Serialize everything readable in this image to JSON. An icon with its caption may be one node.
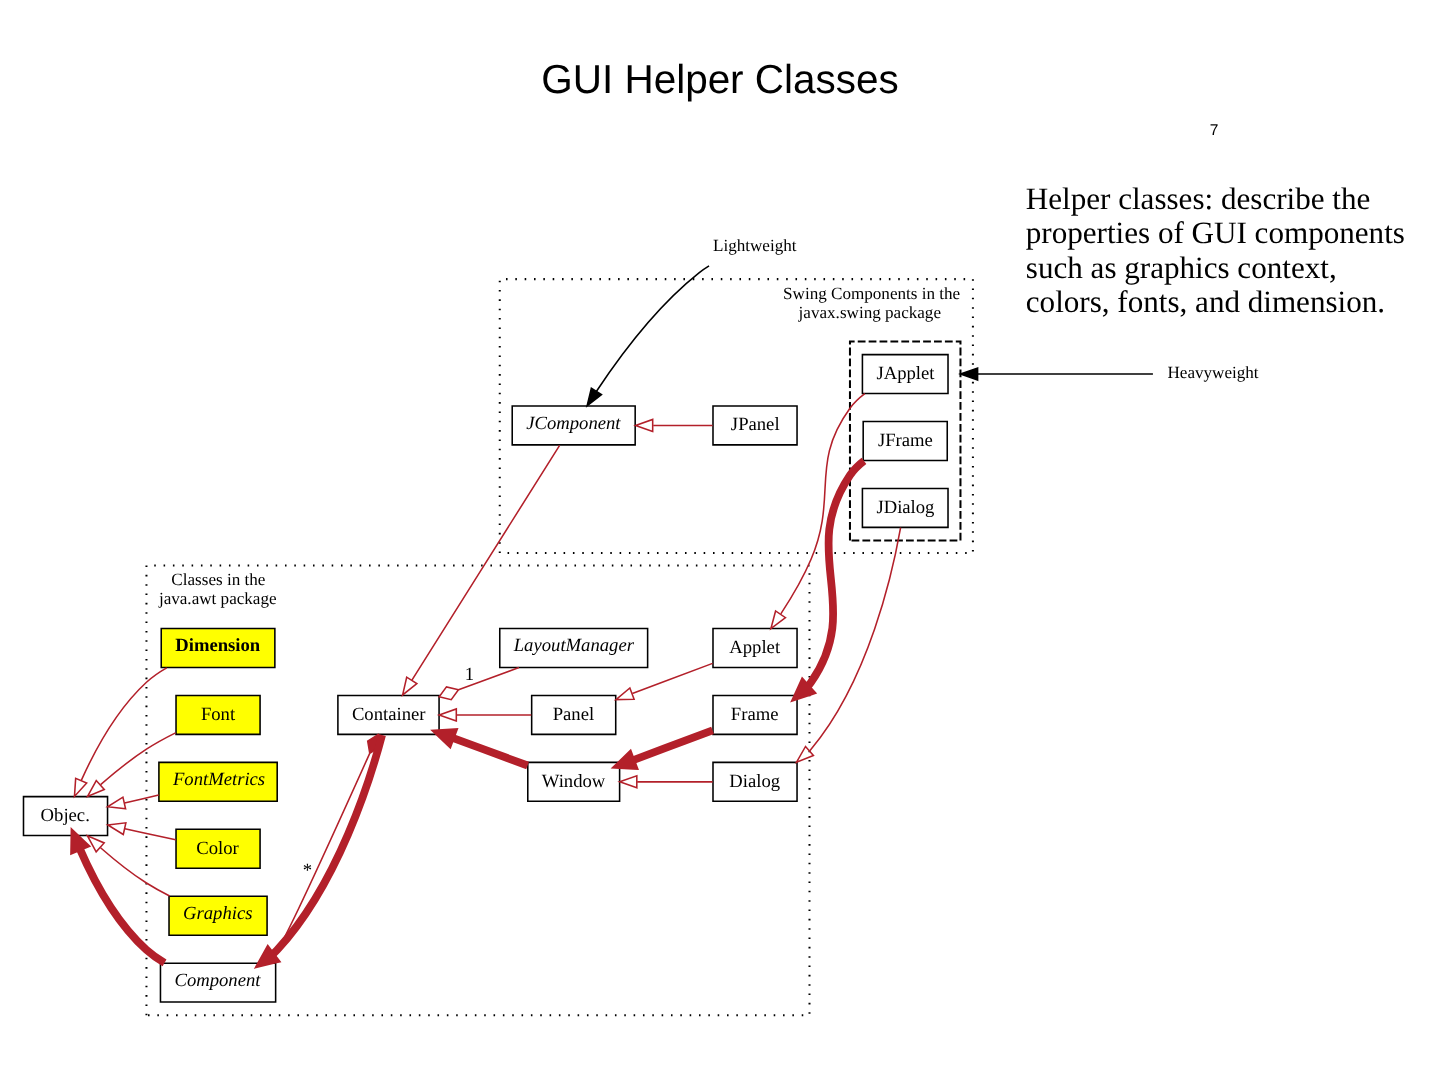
{
  "diagram": {
    "title": "GUI Helper Classes",
    "nodes": [
      {
        "text": [
          "Classes in the java.awt package"
        ]
      },
      {
        "text": [
          "Dimension"
        ],
        "in": 0
      },
      {
        "text": [
          "LayoutManager"
        ],
        "in": 0
      },
      {
        "text": [
          "Font"
        ],
        "in": 0
      },
      {
        "text": [
          "FontMetrics"
        ],
        "in": 0
      },
      {
        "text": [
          "Objec."
        ]
      },
      {
        "text": [
          "Color"
        ],
        "in": 0
      },
      {
        "text": [
          "Panel"
        ],
        "in": 0
      },
      {
        "text": [
          "Applet"
        ],
        "in": 0
      },
      {
        "text": [
          "Graphics"
        ],
        "in": 0
      },
      {
        "text": [
          "Component"
        ],
        "in": 0
      },
      {
        "text": [
          "Container"
        ],
        "in": 0
      },
      {
        "text": [
          "Window"
        ],
        "in": 0
      },
      {
        "text": [
          "Frame"
        ],
        "in": 0
      },
      {
        "text": [
          "Dialog"
        ],
        "in": 0
      },
      {
        "text": [
          "Swing Components in the javax.swing package"
        ]
      },
      {
        "text": [],
        "shape": "box",
        "in": 15
      },
      {
        "text": [
          "JApplet"
        ],
        "in": 16
      },
      {
        "text": [
          "JFrame"
        ],
        "in": 16
      },
      {
        "text": [
          "JDialog"
        ],
        "in": 16
      },
      {
        "text": [
          "JComponent"
        ],
        "in": 15
      },
      {
        "text": [
          "JPanel"
        ],
        "in": 15
      },
      {
        "text": [
          "Heavyweight"
        ]
      },
      {
        "text": [
          "Lightweight"
        ]
      }
    ],
    "edges": [
      {
        "from": 1,
        "to": 5,
        "arrow": "to"
      },
      {
        "from": 3,
        "to": 5,
        "arrow": "to"
      },
      {
        "from": 4,
        "to": 5,
        "arrow": "to"
      },
      {
        "from": 6,
        "to": 5,
        "arrow": "to"
      },
      {
        "from": 9,
        "to": 5,
        "arrow": "to"
      },
      {
        "from": 10,
        "to": 5,
        "arrow": "to",
        "style": "thick"
      },
      {
        "from": 11,
        "to": 10,
        "arrow": "to",
        "style": "thick"
      },
      {
        "from": 7,
        "to": 11,
        "arrow": "to"
      },
      {
        "from": 12,
        "to": 11,
        "arrow": "to",
        "style": "thick"
      },
      {
        "from": 20,
        "to": 11,
        "arrow": "to"
      },
      {
        "from": 8,
        "to": 7,
        "arrow": "to"
      },
      {
        "from": 13,
        "to": 12,
        "arrow": "to",
        "style": "thick"
      },
      {
        "from": 14,
        "to": 12,
        "arrow": "to"
      },
      {
        "from": 17,
        "to": 8,
        "arrow": "to"
      },
      {
        "from": 18,
        "to": 13,
        "arrow": "to",
        "style": "thick"
      },
      {
        "from": 19,
        "to": 14,
        "arrow": "to"
      },
      {
        "from": 21,
        "to": 20,
        "arrow": "to"
      },
      {
        "from": 2,
        "to": 11,
        "arrow": "other",
        "label": "1"
      },
      {
        "from": 10,
        "to": 11,
        "arrow": "other",
        "label": "*"
      },
      {
        "from": 22,
        "to": 16,
        "arrow": "to",
        "color": "#000000"
      },
      {
        "from": 23,
        "to": 20,
        "arrow": "to",
        "color": "#000000"
      }
    ],
    "labels": [
      "Helper classes: describe the properties of GUI components such as graphics context, colors, fonts, and dimension.",
      "7"
    ]
  }
}
